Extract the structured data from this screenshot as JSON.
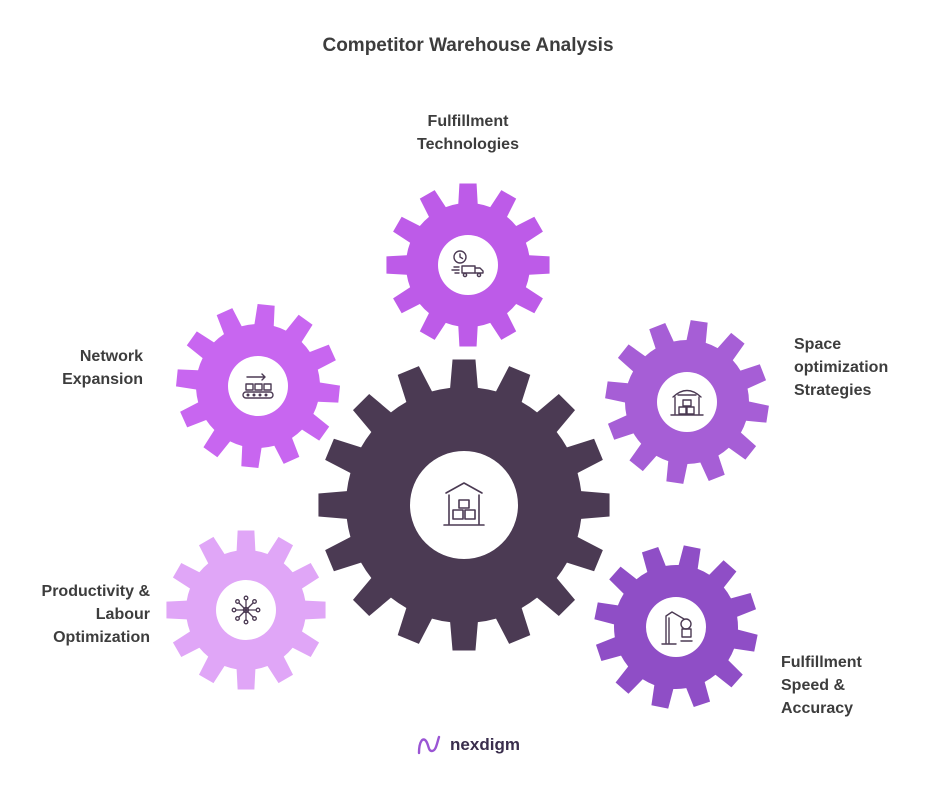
{
  "title": "Competitor Warehouse Analysis",
  "colors": {
    "center_gear": "#4b3a53",
    "fulfillment_tech": "#bd5be8",
    "network": "#c866f0",
    "space": "#a65ed6",
    "productivity": "#e0a6f7",
    "speed": "#8f4ec6"
  },
  "gears": [
    {
      "id": "center",
      "icon": "warehouse-boxes-icon",
      "lines": []
    },
    {
      "id": "fulfillment-technologies",
      "icon": "delivery-truck-clock-icon",
      "lines": [
        "Fulfillment",
        "Technologies"
      ]
    },
    {
      "id": "network-expansion",
      "icon": "conveyor-belt-icon",
      "lines": [
        "Network",
        "Expansion"
      ]
    },
    {
      "id": "space-optimization",
      "icon": "warehouse-icon",
      "lines": [
        "Space",
        "optimization",
        "Strategies"
      ]
    },
    {
      "id": "productivity-labour",
      "icon": "network-nodes-icon",
      "lines": [
        "Productivity &",
        "Labour",
        "Optimization"
      ]
    },
    {
      "id": "fulfillment-speed",
      "icon": "robotic-arm-icon",
      "lines": [
        "Fulfillment",
        "Speed &",
        "Accuracy"
      ]
    }
  ],
  "brand": "nexdigm"
}
